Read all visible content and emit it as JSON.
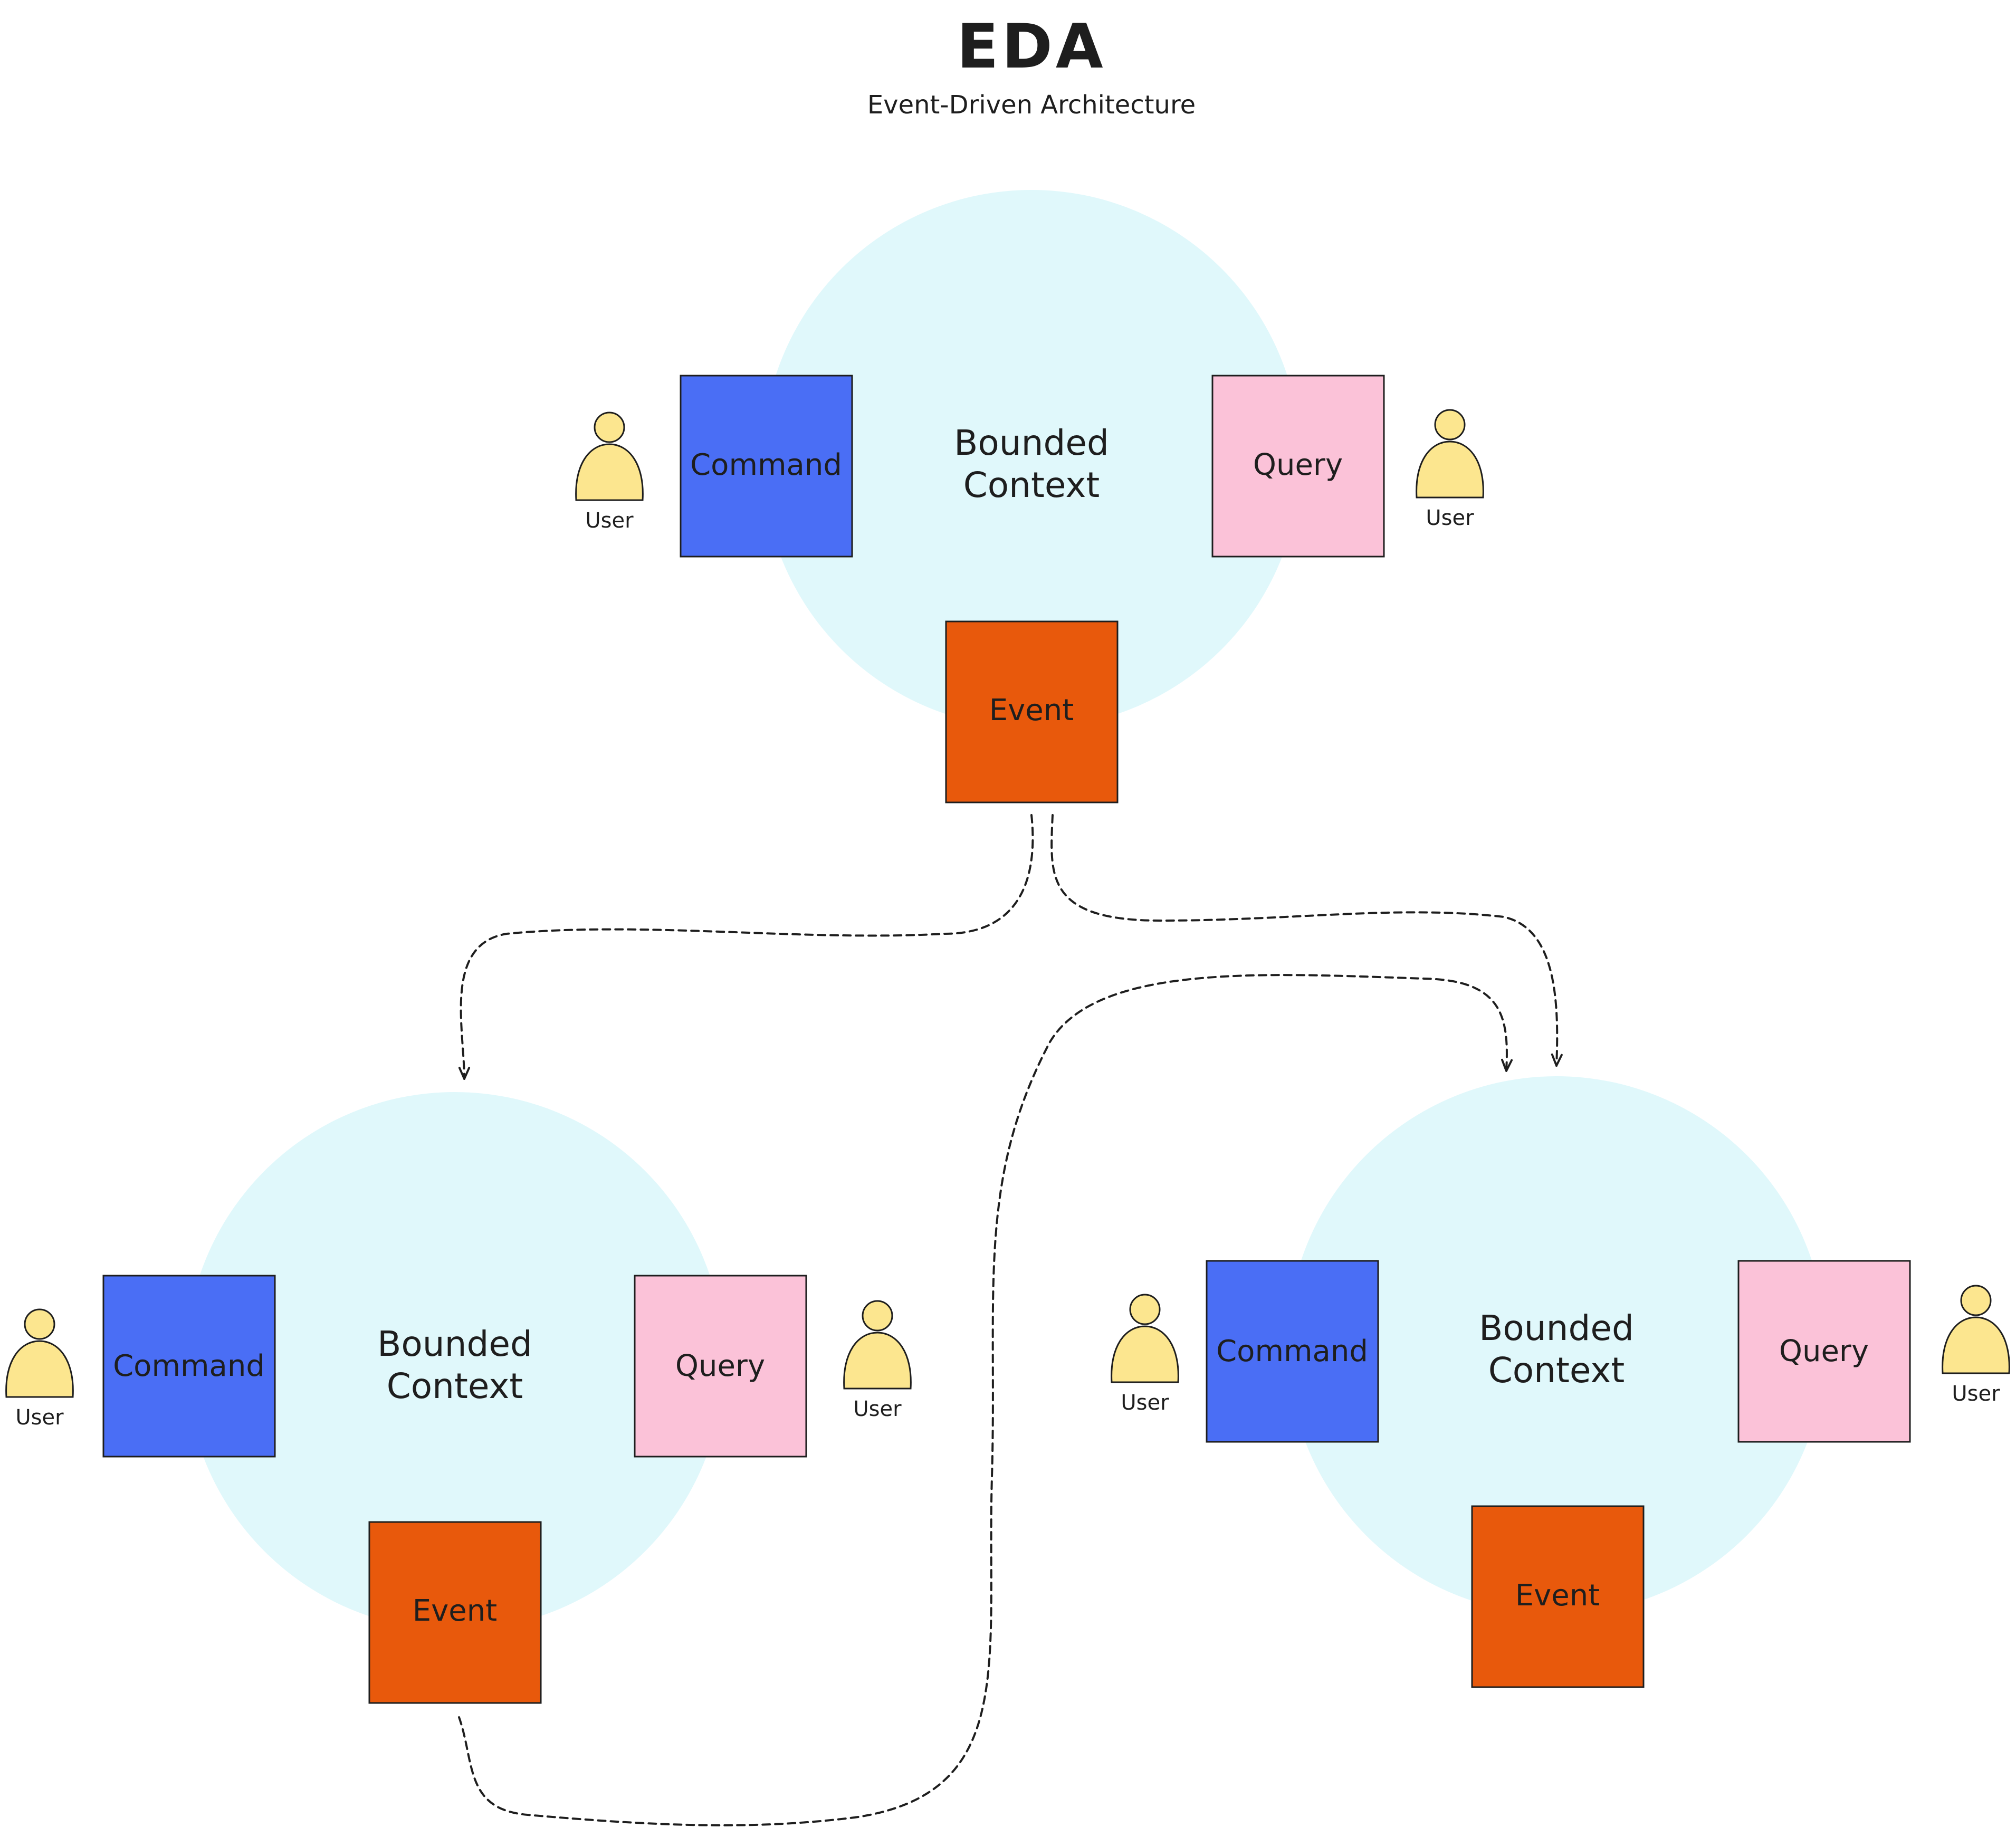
{
  "diagram": {
    "title": "EDA",
    "subtitle": "Event-Driven Architecture",
    "colors": {
      "context_fill": "#e0f8fb",
      "command_fill": "#4a6ef5",
      "query_fill": "#fbc2d8",
      "event_fill": "#e8590c",
      "user_fill": "#fce68f",
      "stroke": "#1e1e1e"
    },
    "contexts": [
      {
        "label_line1": "Bounded",
        "label_line2": "Context",
        "command_label": "Command",
        "query_label": "Query",
        "event_label": "Event",
        "left_user_label": "User",
        "right_user_label": "User"
      },
      {
        "label_line1": "Bounded",
        "label_line2": "Context",
        "command_label": "Command",
        "query_label": "Query",
        "event_label": "Event",
        "left_user_label": "User",
        "right_user_label": "User"
      },
      {
        "label_line1": "Bounded",
        "label_line2": "Context",
        "command_label": "Command",
        "query_label": "Query",
        "event_label": "Event",
        "left_user_label": "User",
        "right_user_label": "User"
      }
    ],
    "flows": [
      {
        "from": "context-1-event",
        "to": "context-2"
      },
      {
        "from": "context-1-event",
        "to": "context-3"
      },
      {
        "from": "context-2-event",
        "to": "context-3"
      }
    ]
  }
}
